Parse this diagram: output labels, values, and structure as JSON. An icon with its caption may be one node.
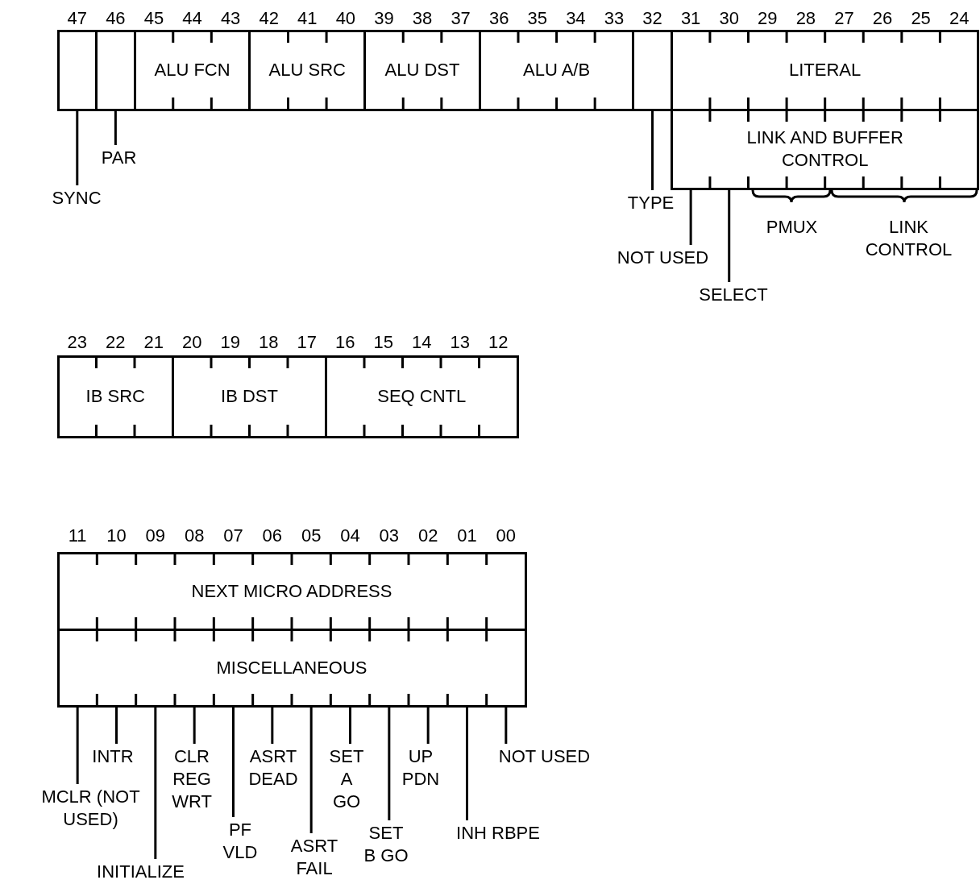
{
  "diagram": {
    "nodes": [
      {
        "text": [],
        "shape": "box"
      },
      {
        "text": [],
        "shape": "box"
      },
      {
        "text": [
          "ALU FCN"
        ]
      },
      {
        "text": [
          "ALU SRC"
        ]
      },
      {
        "text": [
          "ALU DST"
        ]
      },
      {
        "text": [
          "ALU A/B"
        ]
      },
      {
        "text": [],
        "shape": "box"
      },
      {
        "text": [
          "LITERAL"
        ]
      },
      {
        "text": [
          "LINK AND BUFFER CONTROL"
        ]
      },
      {
        "text": [
          "SYNC"
        ]
      },
      {
        "text": [
          "PAR"
        ]
      },
      {
        "text": [
          "TYPE"
        ]
      },
      {
        "text": [
          "NOT USED"
        ]
      },
      {
        "text": [
          "SELECT"
        ]
      },
      {
        "text": [
          "IB SRC"
        ]
      },
      {
        "text": [
          "IB DST"
        ]
      },
      {
        "text": [
          "SEQ CNTL"
        ]
      },
      {
        "text": [
          "NEXT MICRO ADDRESS"
        ]
      },
      {
        "text": [
          "MISCELLANEOUS"
        ]
      },
      {
        "text": [
          "MCLR (NOT USED)"
        ]
      },
      {
        "text": [
          "INTR"
        ]
      },
      {
        "text": [
          "INITIALIZE"
        ]
      },
      {
        "text": [
          "CLR REG WRT"
        ]
      },
      {
        "text": [
          "PF VLD"
        ]
      },
      {
        "text": [
          "ASRT DEAD"
        ]
      },
      {
        "text": [
          "ASRT FAIL"
        ]
      },
      {
        "text": [
          "SET A GO"
        ]
      },
      {
        "text": [
          "SET B GO"
        ]
      },
      {
        "text": [
          "UP PDN"
        ]
      },
      {
        "text": [
          "INH RBPE"
        ]
      },
      {
        "text": [
          "NOT USED"
        ]
      }
    ],
    "edges": [
      {
        "from": 9,
        "to": 0,
        "arrow": "none"
      },
      {
        "from": 10,
        "to": 1,
        "arrow": "none"
      },
      {
        "from": 11,
        "to": 6,
        "arrow": "none"
      },
      {
        "from": 12,
        "to": 8,
        "arrow": "none"
      },
      {
        "from": 13,
        "to": 8,
        "arrow": "none"
      },
      {
        "from": 19,
        "to": 18,
        "arrow": "none"
      },
      {
        "from": 20,
        "to": 18,
        "arrow": "none"
      },
      {
        "from": 21,
        "to": 18,
        "arrow": "none"
      },
      {
        "from": 22,
        "to": 18,
        "arrow": "none"
      },
      {
        "from": 23,
        "to": 18,
        "arrow": "none"
      },
      {
        "from": 24,
        "to": 18,
        "arrow": "none"
      },
      {
        "from": 25,
        "to": 18,
        "arrow": "none"
      },
      {
        "from": 26,
        "to": 18,
        "arrow": "none"
      },
      {
        "from": 27,
        "to": 18,
        "arrow": "none"
      },
      {
        "from": 28,
        "to": 18,
        "arrow": "none"
      },
      {
        "from": 29,
        "to": 18,
        "arrow": "none"
      },
      {
        "from": 30,
        "to": 18,
        "arrow": "none"
      }
    ],
    "labels": [
      "47",
      "46",
      "45",
      "44",
      "43",
      "42",
      "41",
      "40",
      "39",
      "38",
      "37",
      "36",
      "35",
      "34",
      "33",
      "32",
      "31",
      "30",
      "29",
      "28",
      "27",
      "26",
      "25",
      "24",
      "PMUX",
      "LINK CONTROL",
      "23",
      "22",
      "21",
      "20",
      "19",
      "18",
      "17",
      "16",
      "15",
      "14",
      "13",
      "12",
      "11",
      "10",
      "09",
      "08",
      "07",
      "06",
      "05",
      "04",
      "03",
      "02",
      "01",
      "00"
    ]
  }
}
